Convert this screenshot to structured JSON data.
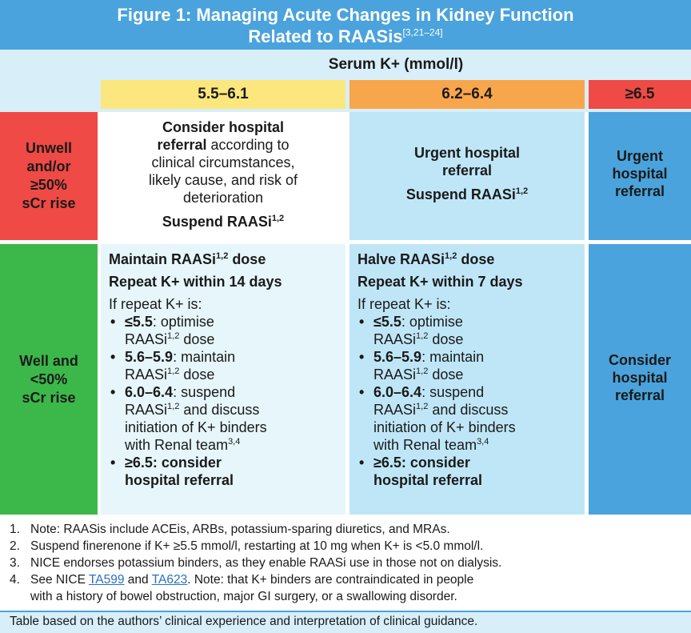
{
  "figure": {
    "title_line1": "Figure 1: Managing Acute Changes in Kidney Function",
    "title_line2": "Related to RAASis",
    "title_ref": "[3,21–24]"
  },
  "header": {
    "serum_label": "Serum K+ (mmol/l)",
    "bands": [
      "5.5–6.1",
      "6.2–6.4",
      "≥6.5"
    ]
  },
  "rows": {
    "unwell": {
      "label_lines": [
        "Unwell",
        "and/or",
        "≥50%",
        "sCr rise"
      ],
      "band1": {
        "bold_lines": [
          "Consider hospital",
          "referral"
        ],
        "tail_first": " according to",
        "rest_lines": [
          "clinical circumstances,",
          "likely cause, and risk of",
          "deterioration"
        ],
        "suspend": "Suspend RAASi",
        "ref": "1,2"
      },
      "band2": {
        "lines": [
          "Urgent hospital",
          "referral"
        ],
        "suspend": "Suspend RAASi",
        "ref": "1,2"
      },
      "band3": {
        "lines": [
          "Urgent",
          "hospital",
          "referral"
        ]
      }
    },
    "well": {
      "label_lines": [
        "Well and",
        "<50%",
        "sCr rise"
      ],
      "band1": {
        "action": "Maintain RAASi",
        "action_tail": " dose",
        "repeat": "Repeat K+ within 14 days",
        "intro": "If repeat K+ is:"
      },
      "band2": {
        "action": "Halve RAASi",
        "action_tail": " dose",
        "repeat": "Repeat K+ within 7 days",
        "intro": "If repeat K+ is:"
      },
      "bullets": {
        "b1_key": "≤5.5",
        "b1_text": ": optimise",
        "b1_line2": "RAASi",
        "b1_line2_tail": " dose",
        "b2_key": "5.6–5.9",
        "b2_text": ": maintain",
        "b2_line2": "RAASi",
        "b2_line2_tail": " dose",
        "b3_key": "6.0–6.4",
        "b3_text": ": suspend",
        "b3_line2": "RAASi",
        "b3_line2_tail": " and discuss",
        "b3_line3": "initiation of K+ binders",
        "b3_line4": "with Renal team",
        "b3_ref": "3,4",
        "b4_line1": "≥6.5: consider",
        "b4_line2": "hospital referral"
      },
      "ref": "1,2",
      "band3": {
        "lines": [
          "Consider",
          "hospital",
          "referral"
        ]
      }
    }
  },
  "notes": {
    "n1_num": "1.",
    "n1": "Note: RAASis include ACEis, ARBs, potassium-sparing diuretics, and MRAs.",
    "n2_num": "2.",
    "n2": "Suspend finerenone if K+ ≥5.5 mmol/l, restarting at 10 mg when K+ is <5.0 mmol/l.",
    "n3_num": "3.",
    "n3": "NICE endorses potassium binders, as they enable RAASi use in those not on dialysis.",
    "n4_num": "4.",
    "n4_pre": "See NICE ",
    "n4_link1": "TA599",
    "n4_mid": " and ",
    "n4_link2": "TA623",
    "n4_post": ". Note: that K+ binders are contraindicated in people",
    "n4_line2": "with a history of bowel obstruction, major GI surgery, or a swallowing disorder."
  },
  "footer": "Table based on the authors’ clinical experience and interpretation of clinical guidance.",
  "colors": {
    "title_bg": "#4aa3dc",
    "yellow": "#fbe77e",
    "orange": "#f8a64c",
    "red": "#ef4a45",
    "green": "#3cb84a",
    "light_blue": "#bfe6f7",
    "pale_blue": "#e6f6fb"
  }
}
